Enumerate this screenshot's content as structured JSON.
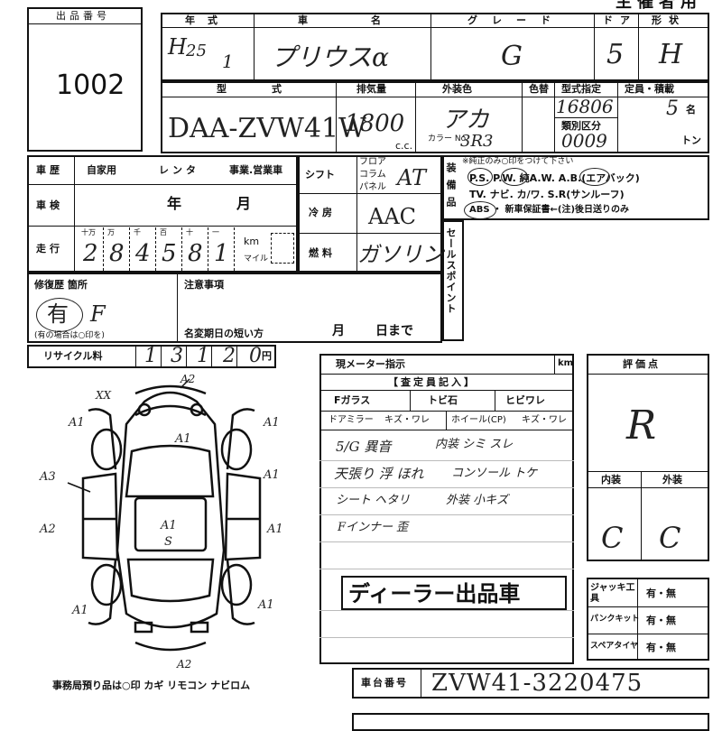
{
  "lot": {
    "label": "出品番号",
    "number": "1002"
  },
  "header": {
    "title_right": "主催者用"
  },
  "top_labels": {
    "year": "年式",
    "car": "車名",
    "grade": "グレード",
    "door": "ドア",
    "shape": "形状"
  },
  "top_values": {
    "era": "H",
    "year": "25",
    "month": "1",
    "car": "プリウスα",
    "grade": "G",
    "door": "5",
    "shape": "H"
  },
  "row2_labels": {
    "model": "型式",
    "cc": "排気量",
    "color": "外装色",
    "color_change": "色替",
    "type_spec": "型式指定",
    "type_class": "類別区分",
    "capacity": "定員・積載",
    "cc_unit": "c.c.",
    "color_no_label": "カラー No.",
    "person_unit": "名",
    "ton_unit": "トン"
  },
  "row2_values": {
    "model": "DAA-ZVW41W",
    "cc": "1800",
    "color": "アカ",
    "color_no": "3R3",
    "type_spec": "16806",
    "type_class": "0009",
    "capacity": "5"
  },
  "history": {
    "label": "車歴",
    "private": "自家用",
    "rental": "レンタ",
    "business": "事業.営業車"
  },
  "shaken": {
    "label": "車検",
    "year": "年",
    "month": "月"
  },
  "mileage": {
    "label": "走行",
    "units": [
      "十万",
      "万",
      "千",
      "百",
      "十",
      "一"
    ],
    "digits": [
      "2",
      "8",
      "4",
      "5",
      "8",
      "1"
    ],
    "km": "km",
    "mile": "マイル"
  },
  "shift": {
    "label": "シフト",
    "options": [
      "フロア",
      "コラム",
      "パネル"
    ],
    "value": "AT"
  },
  "ac": {
    "label": "冷房",
    "value": "AAC"
  },
  "fuel": {
    "label": "燃料",
    "value": "ガソリン"
  },
  "equipment": {
    "label": "装備品",
    "note": "※純正のみ○印をつけて下さい",
    "row1": "P.S. P.W. 純A.W. A.B.(エアバック)",
    "row2": "TV. ナビ. カ/ワ. S.R(サンルーフ)",
    "row3": "ABS ・ 新車保証書←(注)後日送りのみ"
  },
  "sales_point": {
    "label": "セールスポイント"
  },
  "repair": {
    "label": "修復歴 箇所",
    "value": "有",
    "location": "F",
    "note": "(有の場合は○印を)"
  },
  "caution": {
    "label": "注意事項",
    "name_change": "名変期日の短い方",
    "month": "月",
    "day": "日まで"
  },
  "recycle": {
    "label": "リサイクル料",
    "value": "13120",
    "unit": "円"
  },
  "meter": {
    "label": "現メーター指示",
    "unit": "km"
  },
  "inspector": {
    "title": "【査定員記入】",
    "f_glass": "Fガラス",
    "tobi": "トビ石",
    "hibi": "ヒビワレ",
    "mirror": "ドアミラー",
    "mirror_val": "キズ・ワレ",
    "wheel": "ホイール(CP)",
    "wheel_val": "キズ・ワレ"
  },
  "notes": [
    "5/G 異音",
    "内装 シミ スレ",
    "天張り 浮 ほれ",
    "コンソール トケ",
    "シート ヘタリ",
    "外装 小キズ",
    "Fインナー 歪"
  ],
  "dealer_stamp": "ディーラー出品車",
  "score": {
    "label": "評価点",
    "value": "R",
    "interior_label": "内装",
    "exterior_label": "外装",
    "interior": "C",
    "exterior": "C"
  },
  "tools": {
    "jack": "ジャッキ工具",
    "puncture": "パンクキット",
    "spare": "スペアタイヤ",
    "yes_no": "有・無"
  },
  "chassis": {
    "label": "車台番号",
    "value": "ZVW41-3220475"
  },
  "diagram": {
    "footer": "事務局預り品は○印 カギ リモコン ナビロム",
    "marks": [
      "A2",
      "XX",
      "A1",
      "A1",
      "A1",
      "A1",
      "A3",
      "A2",
      "A1",
      "A1",
      "A1",
      "S",
      "A1",
      "A2"
    ]
  }
}
